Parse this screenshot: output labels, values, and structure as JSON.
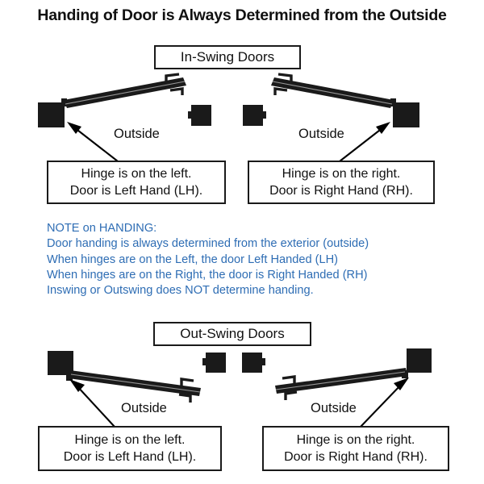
{
  "page": {
    "title": "Handing of Door is Always Determined from the Outside",
    "background_color": "#ffffff",
    "ink_color": "#1a1a1a",
    "note_color": "#2e6db4"
  },
  "sections": [
    {
      "id": "in-swing",
      "label": "In-Swing Doors"
    },
    {
      "id": "out-swing",
      "label": "Out-Swing Doors"
    }
  ],
  "labels": {
    "outside": "Outside"
  },
  "callouts": [
    {
      "id": "in-swing-left",
      "line1": "Hinge is on the left.",
      "line2": "Door is Left Hand (LH)."
    },
    {
      "id": "in-swing-right",
      "line1": "Hinge is on the right.",
      "line2": "Door is Right Hand (RH)."
    },
    {
      "id": "out-swing-left",
      "line1": "Hinge is on the left.",
      "line2": "Door is Left Hand (LH)."
    },
    {
      "id": "out-swing-right",
      "line1": "Hinge is on the right.",
      "line2": "Door is Right Hand (RH)."
    }
  ],
  "note": {
    "heading": "NOTE on HANDING:",
    "line1": "Door handing is always determined from the exterior (outside)",
    "line2": "When hinges are on the Left, the door Left Handed (LH)",
    "line3": "When hinges are on the Right, the door is Right Handed (RH)",
    "line4": "Inswing or Outswing does NOT determine handing."
  },
  "diagrams": {
    "in_swing": {
      "left_door": {
        "hinge_side": "left",
        "swing": "in",
        "hand": "LH"
      },
      "right_door": {
        "hinge_side": "right",
        "swing": "in",
        "hand": "RH"
      }
    },
    "out_swing": {
      "left_door": {
        "hinge_side": "left",
        "swing": "out",
        "hand": "LH"
      },
      "right_door": {
        "hinge_side": "right",
        "swing": "out",
        "hand": "RH"
      }
    }
  }
}
